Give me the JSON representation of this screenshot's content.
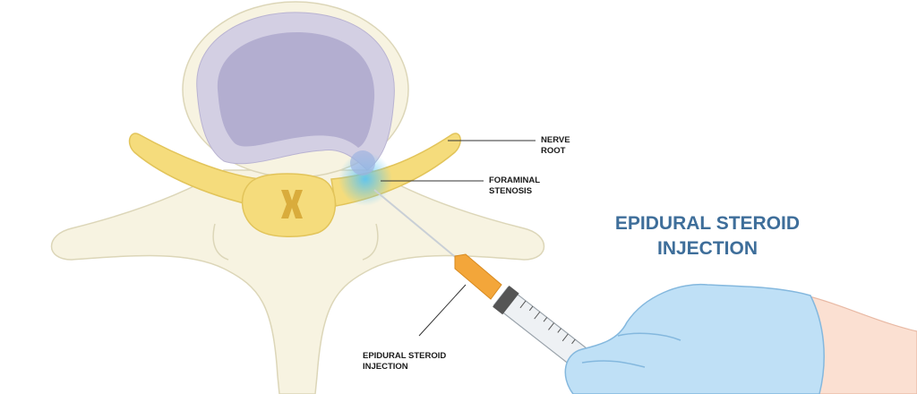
{
  "title": {
    "line1": "EPIDURAL STEROID",
    "line2": "INJECTION"
  },
  "labels": {
    "nerve_root": {
      "line1": "NERVE",
      "line2": "ROOT"
    },
    "foraminal_stenosis": {
      "line1": "FORAMINAL",
      "line2": "STENOSIS"
    },
    "injection": {
      "line1": "EPIDURAL STEROID",
      "line2": "INJECTION"
    }
  },
  "colors": {
    "title": "#3e6e9a",
    "bone": "#f7f3e1",
    "disc": "#b3aed0",
    "nerve": "#f5dc7c",
    "glove": "#bfe0f6",
    "needle_hub": "#f3a63a"
  }
}
